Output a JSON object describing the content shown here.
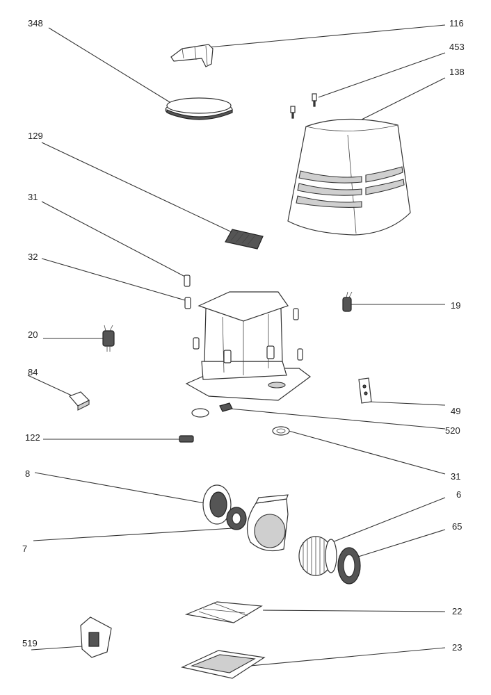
{
  "labels": {
    "p348": "348",
    "p116": "116",
    "p453": "453",
    "p138": "138",
    "p129": "129",
    "p31a": "31",
    "p32": "32",
    "p19": "19",
    "p20": "20",
    "p84": "84",
    "p49": "49",
    "p520": "520",
    "p122": "122",
    "p31b": "31",
    "p8": "8",
    "p6": "6",
    "p7": "7",
    "p65": "65",
    "p22": "22",
    "p519": "519",
    "p23": "23"
  }
}
